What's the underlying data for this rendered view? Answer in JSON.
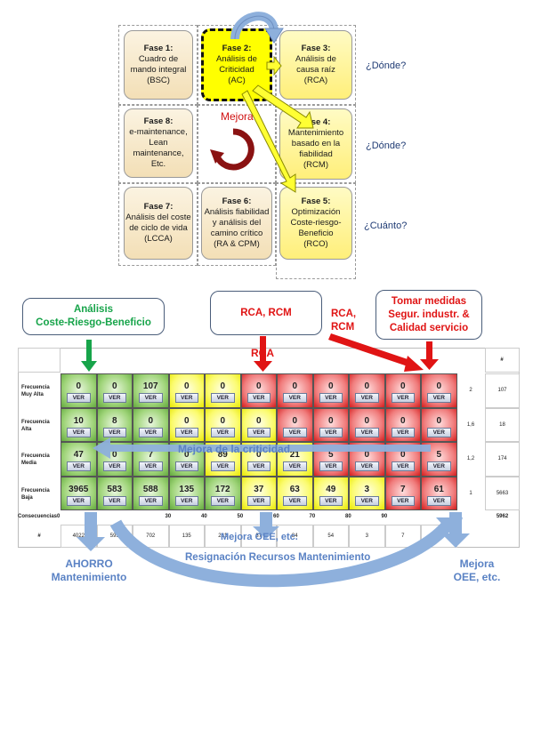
{
  "phases": [
    {
      "id": "f1",
      "title": "Fase 1:",
      "lines": [
        "Cuadro de",
        "mando integral",
        "(BSC)"
      ]
    },
    {
      "id": "f2",
      "title": "Fase 2:",
      "lines": [
        "Análisis de",
        "Criticidad",
        "(AC)"
      ]
    },
    {
      "id": "f3",
      "title": "Fase 3:",
      "lines": [
        "Análisis de",
        "causa raíz",
        "(RCA)"
      ]
    },
    {
      "id": "f4",
      "title": "Fase 4:",
      "lines": [
        "Mantenimiento",
        "basado en la",
        "fiabilidad",
        "(RCM)"
      ]
    },
    {
      "id": "f5",
      "title": "Fase 5:",
      "lines": [
        "Optimización",
        "Coste-riesgo-",
        "Beneficio",
        "(RCO)"
      ]
    },
    {
      "id": "f6",
      "title": "Fase 6:",
      "lines": [
        "Análisis fiabilidad",
        "y análisis del",
        "camino crítico",
        "(RA & CPM)"
      ]
    },
    {
      "id": "f7",
      "title": "Fase 7:",
      "lines": [
        "Análisis del coste",
        "de ciclo de vida",
        "(LCCA)"
      ]
    },
    {
      "id": "f8",
      "title": "Fase 8:",
      "lines": [
        "e-maintenance,",
        "Lean maintenance,",
        "Etc."
      ]
    }
  ],
  "questions": [
    "¿Dónde?",
    "¿Dónde?",
    "¿Cuánto?"
  ],
  "mejora_label": "Mejora",
  "callouts": {
    "analisis": [
      "Análisis",
      "Coste-Riesgo-Beneficio"
    ],
    "rca_rcm": "RCA, RCM",
    "tomar": [
      "Tomar medidas",
      "Segur. industr. &",
      "Calidad servicio"
    ]
  },
  "labels": {
    "rca_rcm_float": [
      "RCA,",
      "RCM"
    ],
    "rca_top": "RCA",
    "mejora_criticidad": "Mejora de la criticidad",
    "mejora_oee_mid": "Mejora OEE, etc.",
    "reasignacion": "Resignación Recursos Mantenimiento",
    "ahorro": [
      "AHORRO",
      "Mantenimiento"
    ],
    "mejora_oee_right": [
      "Mejora",
      "OEE, etc."
    ],
    "consecuencias": "Consecuencias",
    "hash": "#",
    "ver": "VER"
  },
  "matrix": {
    "row_labels": [
      [
        "Frecuencia",
        "Muy Alta"
      ],
      [
        "Frecuencia",
        "Alta"
      ],
      [
        "Frecuencia",
        "Media"
      ],
      [
        "Frecuencia",
        "Baja"
      ]
    ],
    "row_factors": [
      "2",
      "1,6",
      "1,2",
      "1"
    ],
    "row_totals": [
      "107",
      "18",
      "174",
      "5663"
    ],
    "grand_total": "5962",
    "colors": [
      [
        "g",
        "g",
        "g",
        "y",
        "y",
        "r",
        "r",
        "r",
        "r",
        "r",
        "r"
      ],
      [
        "g",
        "g",
        "g",
        "y",
        "y",
        "y",
        "r",
        "r",
        "r",
        "r",
        "r"
      ],
      [
        "g",
        "g",
        "g",
        "g",
        "y",
        "y",
        "y",
        "r",
        "r",
        "r",
        "r"
      ],
      [
        "g",
        "g",
        "g",
        "g",
        "g",
        "y",
        "y",
        "y",
        "y",
        "r",
        "r"
      ]
    ],
    "values": [
      [
        "0",
        "0",
        "107",
        "0",
        "0",
        "0",
        "0",
        "0",
        "0",
        "0",
        "0"
      ],
      [
        "10",
        "8",
        "0",
        "0",
        "0",
        "0",
        "0",
        "0",
        "0",
        "0",
        "0"
      ],
      [
        "47",
        "0",
        "7",
        "0",
        "89",
        "0",
        "21",
        "5",
        "0",
        "0",
        "5"
      ],
      [
        "3965",
        "583",
        "588",
        "135",
        "172",
        "37",
        "63",
        "49",
        "3",
        "7",
        "61"
      ]
    ],
    "consequence_ticks": [
      "0",
      "",
      "",
      "30",
      "40",
      "50",
      "60",
      "70",
      "80",
      "90",
      ""
    ],
    "column_totals": [
      "4022",
      "591",
      "702",
      "135",
      "261",
      "37",
      "84",
      "54",
      "3",
      "7",
      "66"
    ]
  },
  "colors": {
    "green": "#17a44a",
    "red": "#e01414",
    "blue_text": "#5a82c4",
    "arrow_blue": "#8eb0dc",
    "arrow_yellow": "#ffff33"
  }
}
